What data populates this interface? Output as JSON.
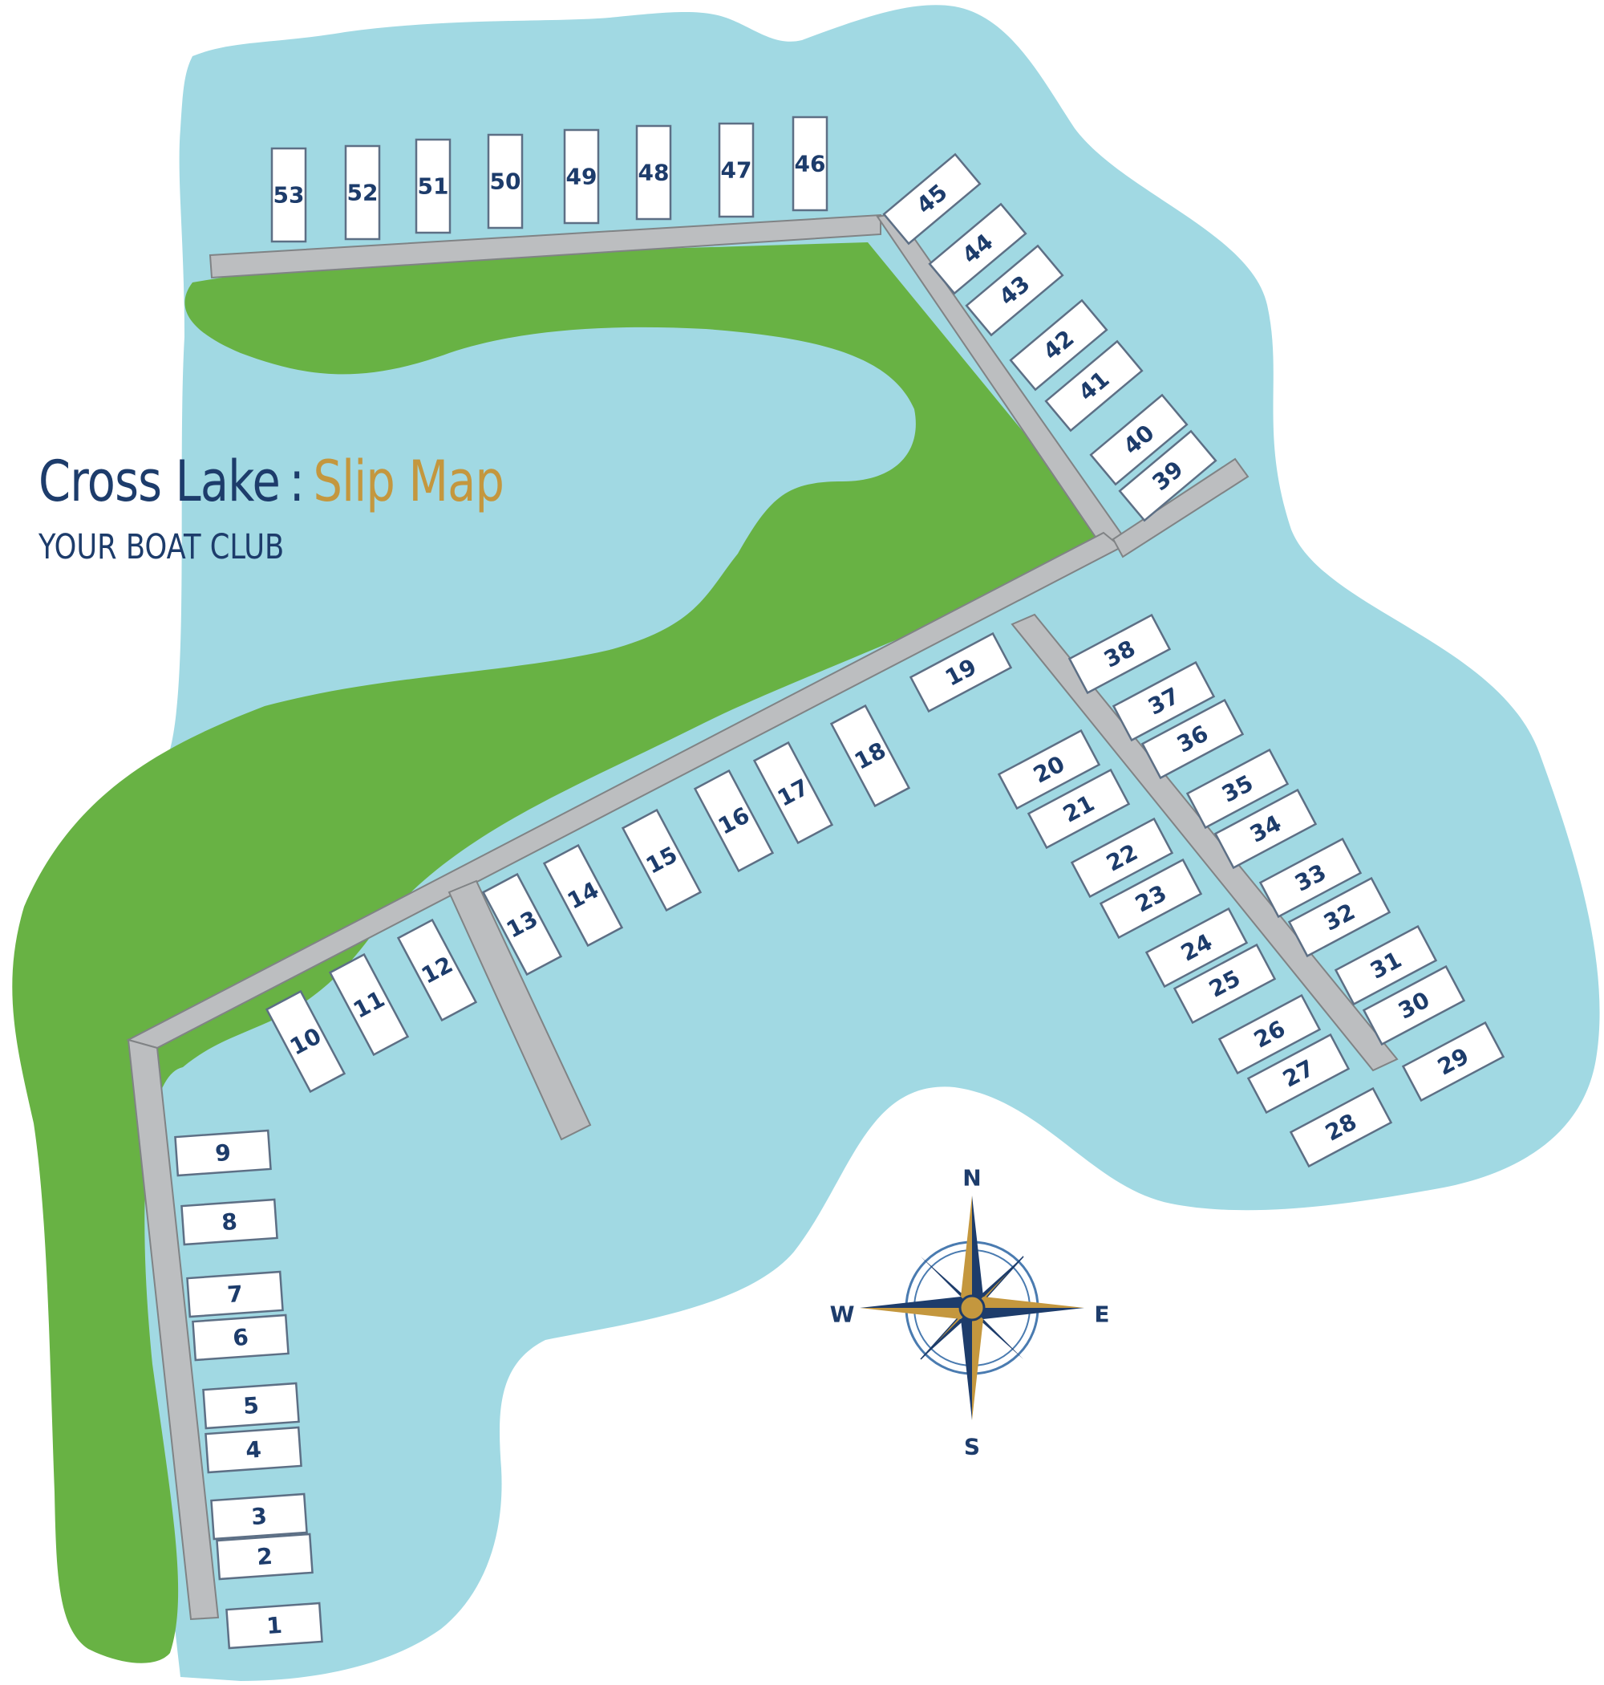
{
  "title": {
    "main": "Cross Lake",
    "separator": ":",
    "accent": "Slip Map",
    "subtitle": "YOUR BOAT CLUB"
  },
  "colors": {
    "water": "#a1d9e3",
    "land": "#68b244",
    "dock": "#bcbec0",
    "navy": "#1d3c6b",
    "gold": "#c4973e"
  },
  "compass": {
    "north": "N",
    "south": "S",
    "east": "E",
    "west": "W"
  },
  "slips": [
    "1",
    "2",
    "3",
    "4",
    "5",
    "6",
    "7",
    "8",
    "9",
    "10",
    "11",
    "12",
    "13",
    "14",
    "15",
    "16",
    "17",
    "18",
    "19",
    "20",
    "21",
    "22",
    "23",
    "24",
    "25",
    "26",
    "27",
    "28",
    "29",
    "30",
    "31",
    "32",
    "33",
    "34",
    "35",
    "36",
    "37",
    "38",
    "39",
    "40",
    "41",
    "42",
    "43",
    "44",
    "45",
    "46",
    "47",
    "48",
    "49",
    "50",
    "51",
    "52",
    "53"
  ]
}
